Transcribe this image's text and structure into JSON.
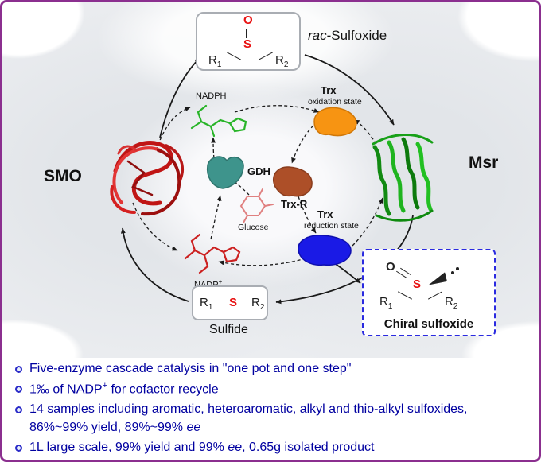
{
  "colors": {
    "frame_border": "#8b2f8f",
    "bullet_text": "#0000a0",
    "sulfur_red": "#e81010",
    "smo_red": "#c01515",
    "msr_green": "#14a014",
    "gdh_teal": "#3e948c",
    "trx_r_brown": "#ad4f28",
    "trx_oxidized_orange": "#f79412",
    "trx_reduced_blue": "#1a1ae6",
    "chiral_box_border": "#2a2ae0"
  },
  "top_box": {
    "o": "O",
    "s": "S",
    "r1": "R",
    "sub1": "1",
    "r2": "R",
    "sub2": "2"
  },
  "top_label": {
    "italic": "rac",
    "rest": "-Sulfoxide"
  },
  "enzymes": {
    "smo": "SMO",
    "msr": "Msr",
    "gdh": "GDH",
    "trx_r": "Trx-R",
    "trx_ox_name": "Trx",
    "trx_ox_state": "oxidation state",
    "trx_red_name": "Trx",
    "trx_red_state": "reduction state"
  },
  "cofactors": {
    "nadph": "NADPH",
    "nadp_base": "NADP",
    "nadp_sup": "+",
    "glucose": "Glucose"
  },
  "sulfide_box": {
    "r1": "R",
    "sub1": "1",
    "s": "S",
    "r2": "R",
    "sub2": "2",
    "label": "Sulfide"
  },
  "chiral_box": {
    "o": "O",
    "s": "S",
    "r1": "R",
    "sub1": "1",
    "r2": "R",
    "sub2": "2",
    "label": "Chiral sulfoxide"
  },
  "bullets": {
    "b1": {
      "text": "Five-enzyme cascade catalysis in \"one pot and one step\""
    },
    "b2": {
      "pre": "1‰ of NADP",
      "sup": "+",
      "post": " for cofactor recycle"
    },
    "b3": {
      "pre": "14 samples including aromatic, heteroaromatic, alkyl and thio-alkyl sulfoxides, 86%~99% yield, 89%~99% ",
      "ee": "ee"
    },
    "b4": {
      "pre": "1L large scale, 99% yield and 99% ",
      "ee": "ee",
      "post": ", 0.65g isolated product"
    }
  }
}
